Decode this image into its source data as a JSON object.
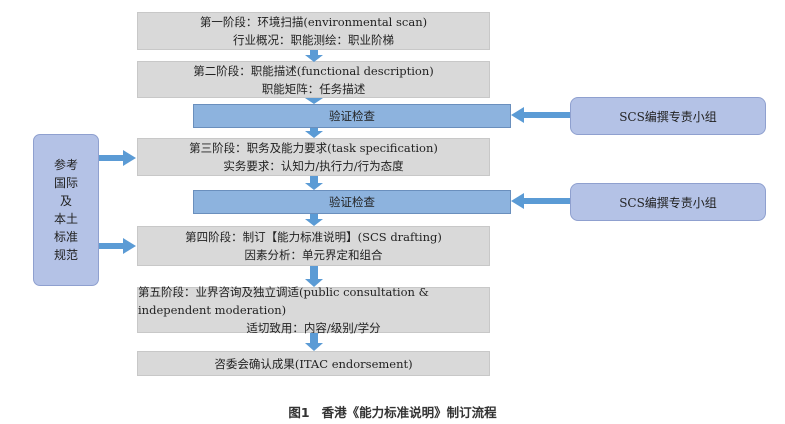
{
  "stages": [
    {
      "title": "第一阶段：环境扫描(environmental scan)",
      "detail": "行业概况：职能测绘：职业阶梯"
    },
    {
      "title": "第二阶段：职能描述(functional description)",
      "detail": "职能矩阵：任务描述"
    },
    {
      "title": "第三阶段：职务及能力要求(task specification)",
      "detail": "实务要求：认知力/执行力/行为态度"
    },
    {
      "title": "第四阶段：制订【能力标准说明】(SCS drafting)",
      "detail": "因素分析：单元界定和组合"
    },
    {
      "title": "第五阶段：业界咨询及独立调适(public consultation & independent moderation)",
      "detail": "适切致用：内容/级别/学分"
    }
  ],
  "checks": [
    "验证检查",
    "验证检查"
  ],
  "teams": [
    "SCS编撰专责小组",
    "SCS编撰专责小组"
  ],
  "reference": [
    "参考",
    "国际",
    "及",
    "本土",
    "标准",
    "规范"
  ],
  "final_stage": "咨委会确认成果(ITAC endorsement)",
  "caption": {
    "number": "图1",
    "title": "香港《能力标准说明》制订流程"
  },
  "colors": {
    "stage_fill": "#d9d9d9",
    "check_fill": "#8db3de",
    "team_fill": "#b4c2e6",
    "arrow": "#5b9bd5"
  }
}
